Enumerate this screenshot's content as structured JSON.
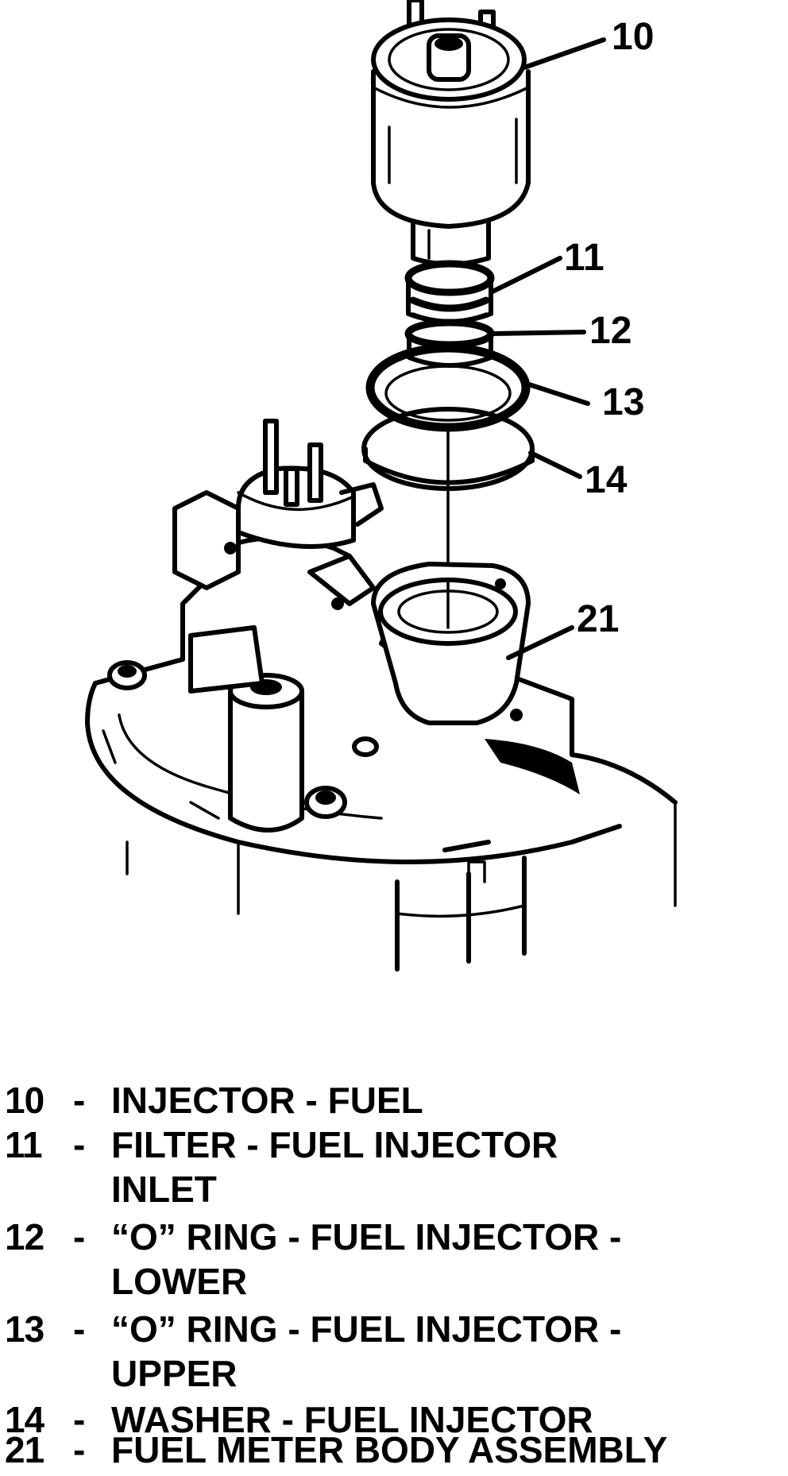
{
  "callouts": [
    {
      "number": "10"
    },
    {
      "number": "11"
    },
    {
      "number": "12"
    },
    {
      "number": "13"
    },
    {
      "number": "14"
    },
    {
      "number": "21"
    }
  ],
  "legend": [
    {
      "number": "10",
      "dash": "-",
      "lines": [
        "INJECTOR - FUEL"
      ]
    },
    {
      "number": "11",
      "dash": "-",
      "lines": [
        "FILTER - FUEL INJECTOR",
        "INLET"
      ]
    },
    {
      "number": "12",
      "dash": "-",
      "lines": [
        "“O” RING - FUEL INJECTOR -",
        "LOWER"
      ]
    },
    {
      "number": "13",
      "dash": "-",
      "lines": [
        "“O” RING - FUEL INJECTOR -",
        "UPPER"
      ]
    },
    {
      "number": "14",
      "dash": "-",
      "lines": [
        "WASHER - FUEL INJECTOR"
      ]
    },
    {
      "number": "21",
      "dash": "-",
      "lines": [
        "FUEL METER BODY ASSEMBLY"
      ]
    }
  ]
}
